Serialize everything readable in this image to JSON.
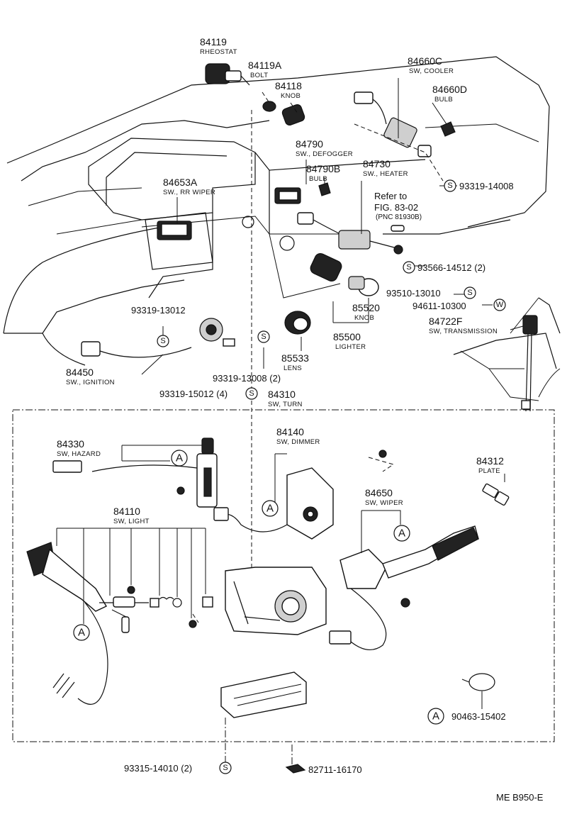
{
  "figure_code": "ME  B950-E",
  "parts": [
    {
      "id": "p84119",
      "number": "84119",
      "name": "RHEOSTAT"
    },
    {
      "id": "p84119A",
      "number": "84119A",
      "name": "BOLT"
    },
    {
      "id": "p84118",
      "number": "84118",
      "name": "KNOB"
    },
    {
      "id": "p84660C",
      "number": "84660C",
      "name": "SW, COOLER"
    },
    {
      "id": "p84660D",
      "number": "84660D",
      "name": "BULB"
    },
    {
      "id": "p84790",
      "number": "84790",
      "name": "SW., DEFOGGER"
    },
    {
      "id": "p84790B",
      "number": "84790B",
      "name": "BULB"
    },
    {
      "id": "p84730",
      "number": "84730",
      "name": "SW., HEATER"
    },
    {
      "id": "p84653A",
      "number": "84653A",
      "name": "SW., RR WIPER"
    },
    {
      "id": "p85520",
      "number": "85520",
      "name": "KNOB"
    },
    {
      "id": "p85500",
      "number": "85500",
      "name": "LIGHTER"
    },
    {
      "id": "p85533",
      "number": "85533",
      "name": "LENS"
    },
    {
      "id": "p84722F",
      "number": "84722F",
      "name": "SW, TRANSMISSION"
    },
    {
      "id": "p84450",
      "number": "84450",
      "name": "SW., IGNITION"
    },
    {
      "id": "p84310",
      "number": "84310",
      "name": "SW, TURN"
    },
    {
      "id": "p84330",
      "number": "84330",
      "name": "SW, HAZARD"
    },
    {
      "id": "p84140",
      "number": "84140",
      "name": "SW, DIMMER"
    },
    {
      "id": "p84312",
      "number": "84312",
      "name": "PLATE"
    },
    {
      "id": "p84650",
      "number": "84650",
      "name": "SW, WIPER"
    },
    {
      "id": "p84110",
      "number": "84110",
      "name": "SW, LIGHT"
    }
  ],
  "reference": {
    "line1": "Refer to",
    "line2": "FIG. 83-02",
    "line3": "(PNC 81930B)"
  },
  "fasteners": [
    {
      "id": "f1",
      "code": "93319-14008"
    },
    {
      "id": "f2",
      "code": "93566-14512 (2)"
    },
    {
      "id": "f3",
      "code": "93510-13010"
    },
    {
      "id": "f4",
      "code": "94611-10300"
    },
    {
      "id": "f5",
      "code": "93319-13012"
    },
    {
      "id": "f6",
      "code": "93319-13008 (2)"
    },
    {
      "id": "f7",
      "code": "93319-15012 (4)"
    },
    {
      "id": "f8",
      "code": "93315-14010 (2)"
    },
    {
      "id": "f9",
      "code": "82711-16170"
    },
    {
      "id": "f10",
      "code": "90463-15402"
    }
  ],
  "symbols": {
    "s": "S",
    "w": "W",
    "a": "A"
  }
}
